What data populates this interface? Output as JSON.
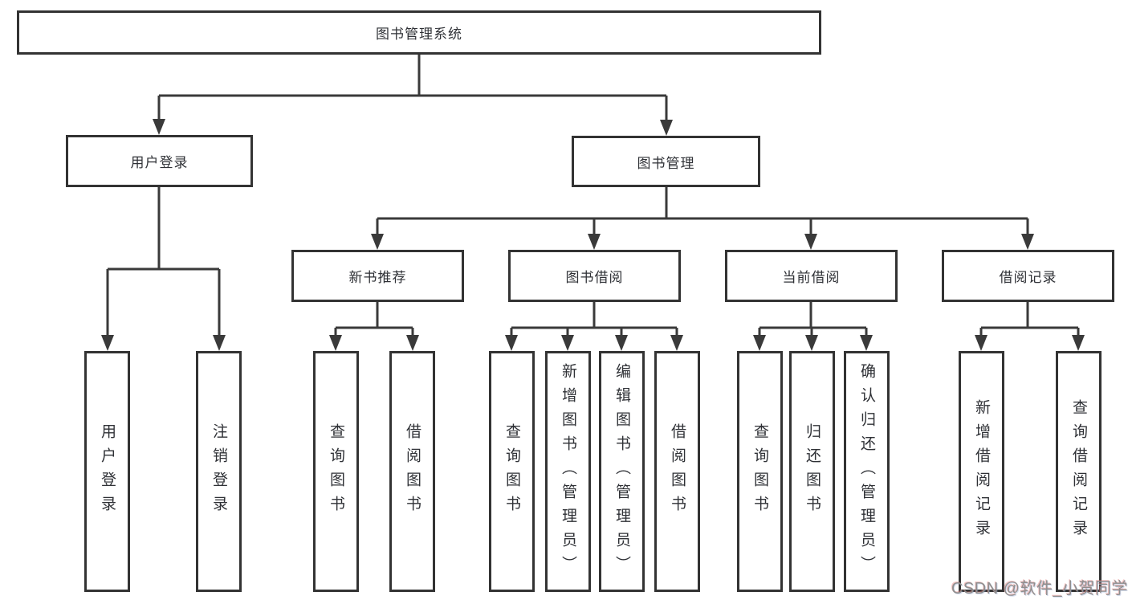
{
  "colors": {
    "background": "#ffffff",
    "box-border": "#333333",
    "line": "#3a3a3a",
    "text": "#2f3136",
    "watermark": "#8f8f8f"
  },
  "watermark": "CSDN @软件_小贺同学",
  "tree": {
    "root": "图书管理系统",
    "branches": [
      {
        "label": "用户登录",
        "children": [
          {
            "label": "用户登录"
          },
          {
            "label": "注销登录"
          }
        ]
      },
      {
        "label": "图书管理",
        "children": [
          {
            "label": "新书推荐",
            "children": [
              {
                "label": "查询图书"
              },
              {
                "label": "借阅图书"
              }
            ]
          },
          {
            "label": "图书借阅",
            "children": [
              {
                "label": "查询图书"
              },
              {
                "label": "新增图书（管理员）"
              },
              {
                "label": "编辑图书（管理员）"
              },
              {
                "label": "借阅图书"
              }
            ]
          },
          {
            "label": "当前借阅",
            "children": [
              {
                "label": "查询图书"
              },
              {
                "label": "归还图书"
              },
              {
                "label": "确认归还（管理员）"
              }
            ]
          },
          {
            "label": "借阅记录",
            "children": [
              {
                "label": "新增借阅记录"
              },
              {
                "label": "查询借阅记录"
              }
            ]
          }
        ]
      }
    ]
  }
}
